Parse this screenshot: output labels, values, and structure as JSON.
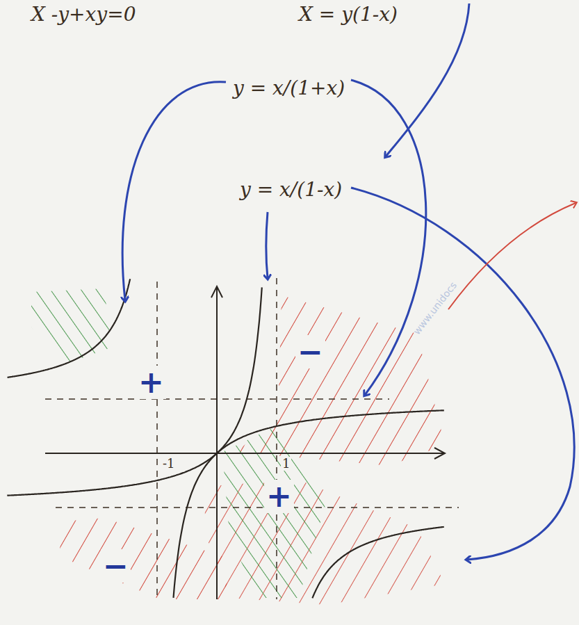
{
  "diagram": {
    "labels": [
      "X -y+xy=0",
      "X = y(1-x)",
      "y = x/(1+x)",
      "y = x/(1-x)",
      "+",
      "−",
      "+",
      "−",
      "-1",
      "1",
      "www.unidocs"
    ]
  }
}
